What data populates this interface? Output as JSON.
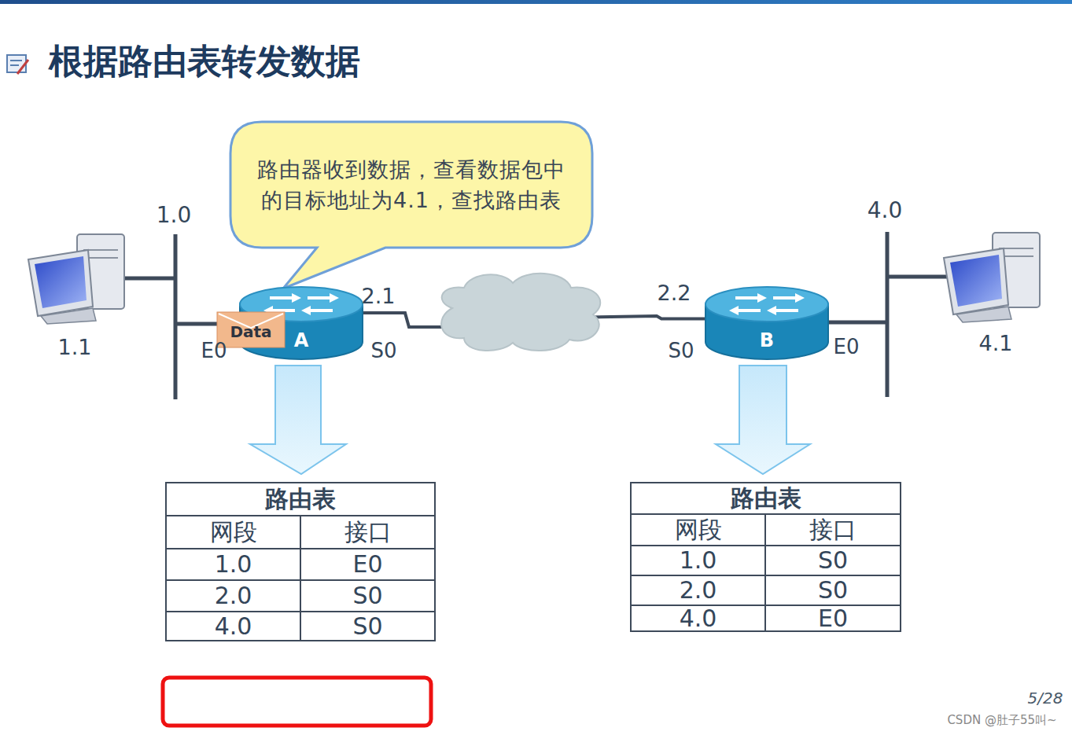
{
  "diagram": {
    "title": "根据路由表转发数据",
    "nodes": [
      {
        "text": [
          "路由器收到数据，查看数据包中的目标地址为4.1，查找路由表"
        ]
      },
      {
        "text": [
          "A"
        ]
      },
      {
        "text": [
          "B"
        ]
      },
      {
        "text": [
          "Data"
        ]
      }
    ],
    "edges": [
      {
        "from": 1,
        "to": 2,
        "arrow": "none"
      }
    ],
    "labels": [
      "1.0",
      "4.0",
      "2.1",
      "2.2",
      "1.1",
      "4.1",
      "E0",
      "S0",
      "S0",
      "E0",
      "路由表",
      "网段",
      "接口",
      "1.0",
      "E0",
      "2.0",
      "S0",
      "4.0",
      "S0",
      "路由表",
      "网段",
      "接口",
      "1.0",
      "S0",
      "2.0",
      "S0",
      "4.0",
      "E0",
      "5/28",
      "CSDN @肚子55叫~"
    ]
  }
}
